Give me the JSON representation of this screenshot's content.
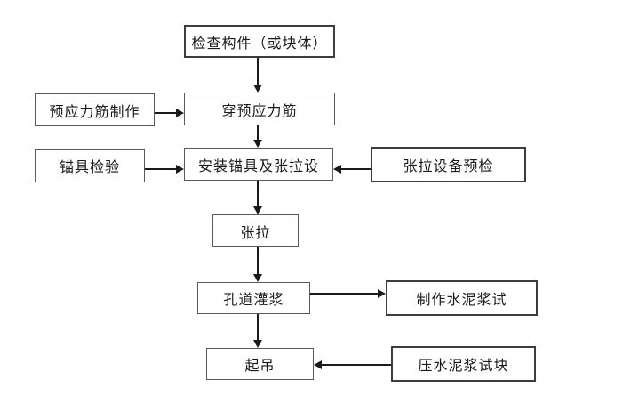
{
  "diagram": {
    "type": "flowchart",
    "background": "#ffffff",
    "line_color": "#1a1a1a",
    "box_border_light": "#595959",
    "box_border_strong": "#3d3d3d",
    "text_color": "#1a1a1a"
  },
  "nodes": [
    {
      "id": "check-component",
      "label": "检查构件（或块体）"
    },
    {
      "id": "tendon-fabrication",
      "label": "预应力筋制作"
    },
    {
      "id": "thread-tendon",
      "label": "穿预应力筋"
    },
    {
      "id": "anchorage-inspection",
      "label": "锚具检验"
    },
    {
      "id": "install-anchorage-tension",
      "label": "安装锚具及张拉设"
    },
    {
      "id": "tension-equipment-precheck",
      "label": "张拉设备预检"
    },
    {
      "id": "tensioning",
      "label": "张拉"
    },
    {
      "id": "duct-grouting",
      "label": "孔道灌浆"
    },
    {
      "id": "make-cement-paste-test",
      "label": "制作水泥浆试"
    },
    {
      "id": "hoisting",
      "label": "起吊"
    },
    {
      "id": "press-cement-paste-block",
      "label": "压水泥浆试块"
    }
  ],
  "edges": [
    {
      "from": "check-component",
      "to": "thread-tendon",
      "direction": "down"
    },
    {
      "from": "tendon-fabrication",
      "to": "thread-tendon",
      "direction": "right"
    },
    {
      "from": "thread-tendon",
      "to": "install-anchorage-tension",
      "direction": "down"
    },
    {
      "from": "anchorage-inspection",
      "to": "install-anchorage-tension",
      "direction": "right"
    },
    {
      "from": "tension-equipment-precheck",
      "to": "install-anchorage-tension",
      "direction": "left"
    },
    {
      "from": "install-anchorage-tension",
      "to": "tensioning",
      "direction": "down"
    },
    {
      "from": "tensioning",
      "to": "duct-grouting",
      "direction": "down"
    },
    {
      "from": "duct-grouting",
      "to": "make-cement-paste-test",
      "direction": "right"
    },
    {
      "from": "duct-grouting",
      "to": "hoisting",
      "direction": "down"
    },
    {
      "from": "press-cement-paste-block",
      "to": "hoisting",
      "direction": "left"
    }
  ]
}
